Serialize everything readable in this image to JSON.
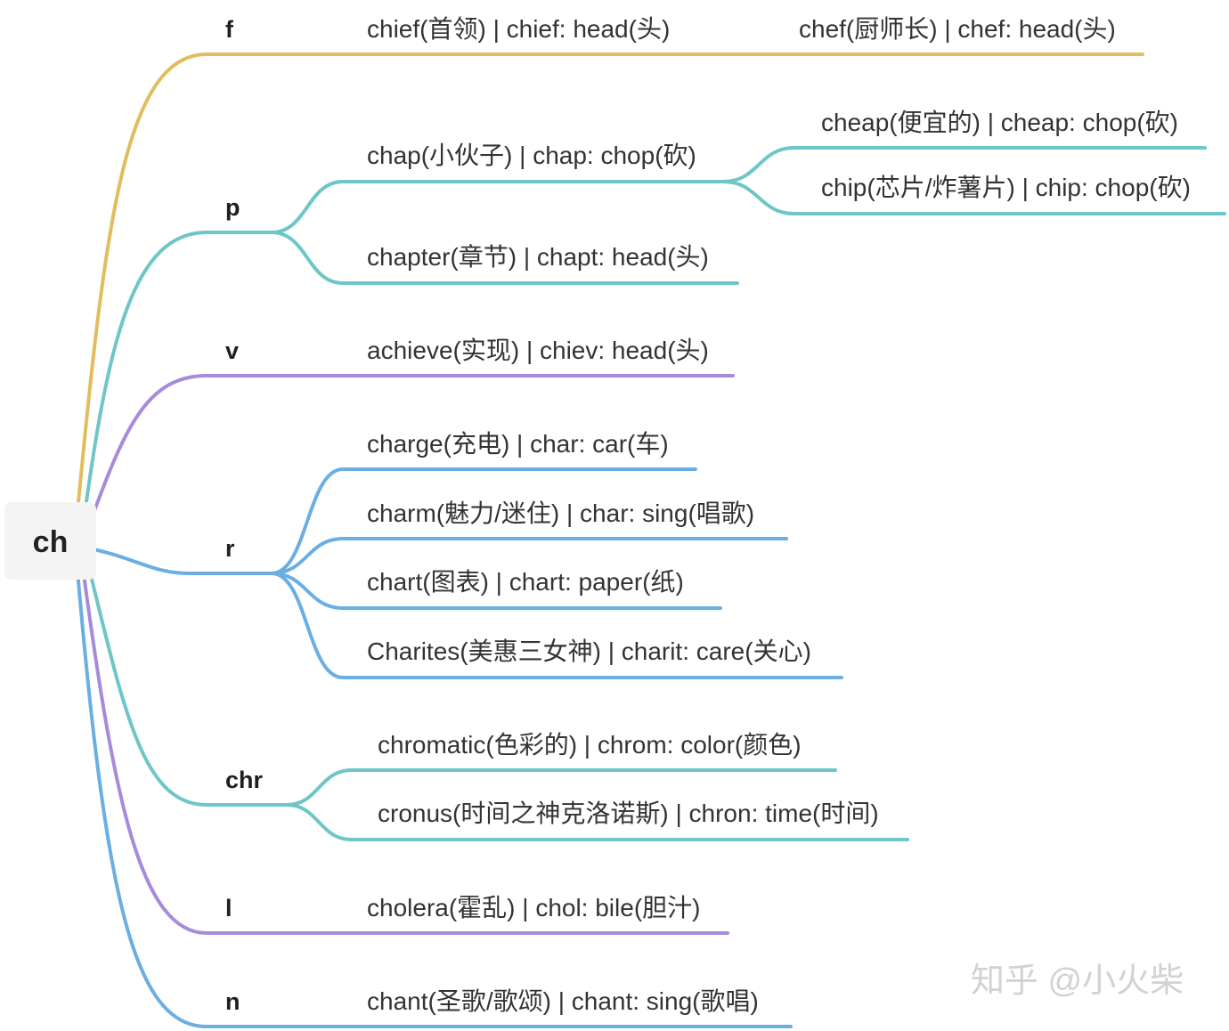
{
  "root": {
    "label": "ch"
  },
  "branches": [
    {
      "label": "f",
      "color": "#E2BD5E",
      "children": [
        {
          "label": "chief(首领) | chief: head(头)",
          "children": [
            {
              "label": "chef(厨师长) | chef: head(头)"
            }
          ]
        }
      ]
    },
    {
      "label": "p",
      "color": "#6EC6C6",
      "children": [
        {
          "label": "chap(小伙子) | chap: chop(砍)",
          "children": [
            {
              "label": "cheap(便宜的) | cheap: chop(砍)"
            },
            {
              "label": "chip(芯片/炸薯片) | chip: chop(砍)"
            }
          ]
        },
        {
          "label": "chapter(章节) | chapt: head(头)"
        }
      ]
    },
    {
      "label": "v",
      "color": "#A78BDB",
      "children": [
        {
          "label": "achieve(实现) | chiev: head(头)"
        }
      ]
    },
    {
      "label": "r",
      "color": "#6BAEE2",
      "children": [
        {
          "label": "charge(充电) | char: car(车)"
        },
        {
          "label": "charm(魅力/迷住) | char: sing(唱歌)"
        },
        {
          "label": "chart(图表) | chart: paper(纸)"
        },
        {
          "label": "Charites(美惠三女神) | charit: care(关心)"
        }
      ]
    },
    {
      "label": "chr",
      "color": "#6EC6C6",
      "children": [
        {
          "label": "chromatic(色彩的) | chrom: color(颜色)"
        },
        {
          "label": "cronus(时间之神克洛诺斯) | chron: time(时间)"
        }
      ]
    },
    {
      "label": "l",
      "color": "#A78BDB",
      "children": [
        {
          "label": "cholera(霍乱) | chol: bile(胆汁)"
        }
      ]
    },
    {
      "label": "n",
      "color": "#6BAEE2",
      "children": [
        {
          "label": "chant(圣歌/歌颂) | chant: sing(歌唱)"
        }
      ]
    }
  ],
  "watermark": "知乎 @小火柴"
}
